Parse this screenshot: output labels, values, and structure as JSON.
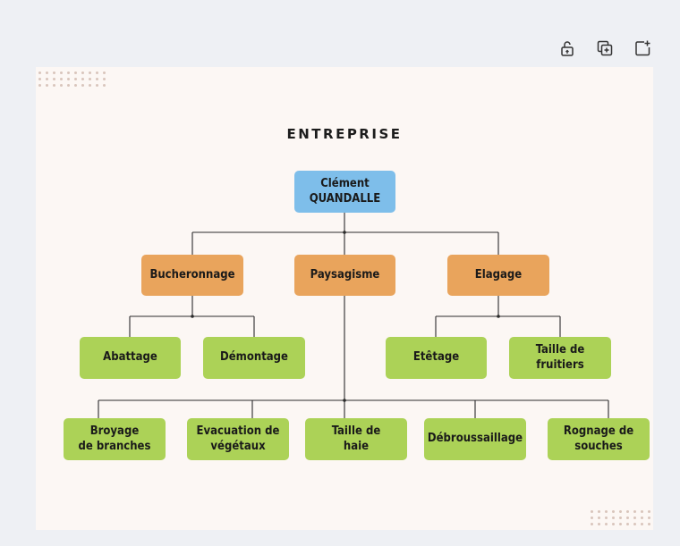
{
  "toolbar": {
    "buttons": [
      {
        "name": "unlock-icon"
      },
      {
        "name": "duplicate-icon"
      },
      {
        "name": "add-page-icon"
      }
    ]
  },
  "diagram": {
    "title": "ENTREPRISE",
    "root": "Clément\nQUANDALLE",
    "branches": [
      {
        "label": "Bucheronnage",
        "children": [
          "Abattage",
          "Démontage"
        ]
      },
      {
        "label": "Paysagisme",
        "children": [
          "Broyage\nde branches",
          "Evacuation de\nvégétaux",
          "Taille de\nhaie",
          "Débroussaillage",
          "Rognage de\nsouches"
        ]
      },
      {
        "label": "Elagage",
        "children": [
          "Etêtage",
          "Taille de\nfruitiers"
        ]
      }
    ]
  },
  "colors": {
    "root": "#7ebeea",
    "branch": "#e9a45c",
    "leaf": "#acd257",
    "connector": "#2b2b2b",
    "canvas": "#fcf7f4"
  }
}
